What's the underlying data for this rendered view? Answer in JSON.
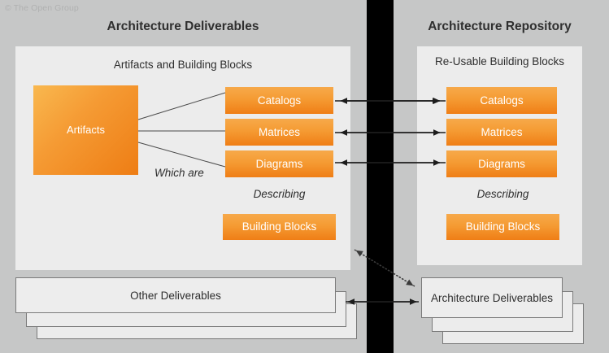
{
  "meta": {
    "copyright": "© The Open Group"
  },
  "columns": {
    "left": {
      "title": "Architecture Deliverables",
      "panel_heading": "Artifacts and Building Blocks",
      "artifacts_label": "Artifacts",
      "artifact_types": [
        "Catalogs",
        "Matrices",
        "Diagrams"
      ],
      "which_are_label": "Which are",
      "describing_label": "Describing",
      "building_blocks_label": "Building Blocks"
    },
    "right": {
      "title": "Architecture Repository",
      "panel_heading": "Re-Usable Building Blocks",
      "artifact_types": [
        "Catalogs",
        "Matrices",
        "Diagrams"
      ],
      "describing_label": "Describing",
      "building_blocks_label": "Building Blocks"
    }
  },
  "bottom": {
    "left_stack_label": "Other Deliverables",
    "right_stack_label": "Architecture Deliverables"
  },
  "colors": {
    "background": "#c6c7c7",
    "panel": "#ececec",
    "divider_band": "#000000",
    "orange_light": "#f6a94a",
    "orange_dark": "#ef7e16",
    "text": "#2e2e2e",
    "card_border": "#7a7a7a",
    "copyright_text": "#b0b1b1"
  }
}
